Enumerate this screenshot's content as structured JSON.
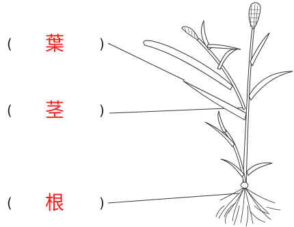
{
  "labels": [
    {
      "open": "(",
      "term": "葉",
      "close": ")"
    },
    {
      "open": "(",
      "term": "茎",
      "close": ")"
    },
    {
      "open": "(",
      "term": "根",
      "close": ")"
    }
  ],
  "colors": {
    "term": "#ff1a1a",
    "ink": "#222222",
    "plant_stroke": "#333333",
    "plant_fill": "#ffffff"
  }
}
